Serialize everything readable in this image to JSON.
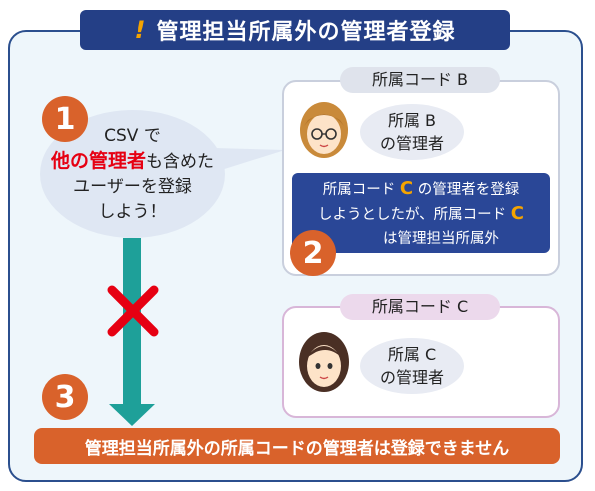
{
  "title": "管理担当所属外の管理者登録",
  "step1": {
    "number": "1",
    "line1": "CSV で",
    "line2_red": "他の管理者",
    "line2_rest": "も含めた",
    "line3": "ユーザーを登録",
    "line4": "しよう！"
  },
  "groupB": {
    "label": "所属コード B",
    "manager_line1": "所属 B",
    "manager_line2": "の管理者",
    "message_part1": "所属コード ",
    "message_code1": "C",
    "message_part2": " の管理者を登録",
    "message_part3": "しようとしたが、所属コード ",
    "message_code2": "C",
    "message_part4": "は管理担当所属外"
  },
  "step2": {
    "number": "2"
  },
  "groupC": {
    "label": "所属コード C",
    "manager_line1": "所属 C",
    "manager_line2": "の管理者"
  },
  "step3": {
    "number": "3"
  },
  "result": "管理担当所属外の所属コードの管理者は登録できません",
  "colors": {
    "navy": "#243f86",
    "orange": "#d9622b",
    "teal": "#1ea099",
    "red": "#e60012",
    "accent_yellow": "#f5a400"
  }
}
